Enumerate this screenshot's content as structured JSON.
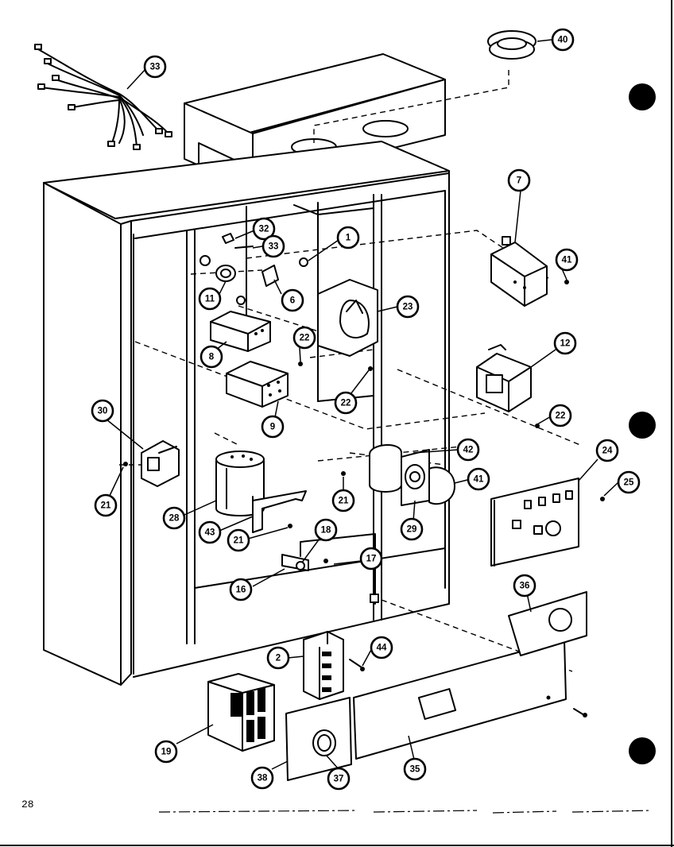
{
  "page_number": "28",
  "callouts": [
    {
      "id": "c40",
      "label": "40"
    },
    {
      "id": "c33a",
      "label": "33"
    },
    {
      "id": "c32",
      "label": "32"
    },
    {
      "id": "c33b",
      "label": "33"
    },
    {
      "id": "c1",
      "label": "1"
    },
    {
      "id": "c7",
      "label": "7"
    },
    {
      "id": "c41a",
      "label": "41"
    },
    {
      "id": "c11",
      "label": "11"
    },
    {
      "id": "c6",
      "label": "6"
    },
    {
      "id": "c23",
      "label": "23"
    },
    {
      "id": "c8",
      "label": "8"
    },
    {
      "id": "c22a",
      "label": "22"
    },
    {
      "id": "c12",
      "label": "12"
    },
    {
      "id": "c22b",
      "label": "22"
    },
    {
      "id": "c22c",
      "label": "22"
    },
    {
      "id": "c30",
      "label": "30"
    },
    {
      "id": "c9",
      "label": "9"
    },
    {
      "id": "c42",
      "label": "42"
    },
    {
      "id": "c24",
      "label": "24"
    },
    {
      "id": "c21a",
      "label": "21"
    },
    {
      "id": "c41b",
      "label": "41"
    },
    {
      "id": "c25",
      "label": "25"
    },
    {
      "id": "c21b",
      "label": "21"
    },
    {
      "id": "c28a",
      "label": "28"
    },
    {
      "id": "c29",
      "label": "29"
    },
    {
      "id": "c43",
      "label": "43"
    },
    {
      "id": "c21c",
      "label": "21"
    },
    {
      "id": "c18",
      "label": "18"
    },
    {
      "id": "c17",
      "label": "17"
    },
    {
      "id": "c16",
      "label": "16"
    },
    {
      "id": "c36",
      "label": "36"
    },
    {
      "id": "c2",
      "label": "2"
    },
    {
      "id": "c44",
      "label": "44"
    },
    {
      "id": "c19",
      "label": "19"
    },
    {
      "id": "c38",
      "label": "38"
    },
    {
      "id": "c37",
      "label": "37"
    },
    {
      "id": "c35",
      "label": "35"
    }
  ]
}
